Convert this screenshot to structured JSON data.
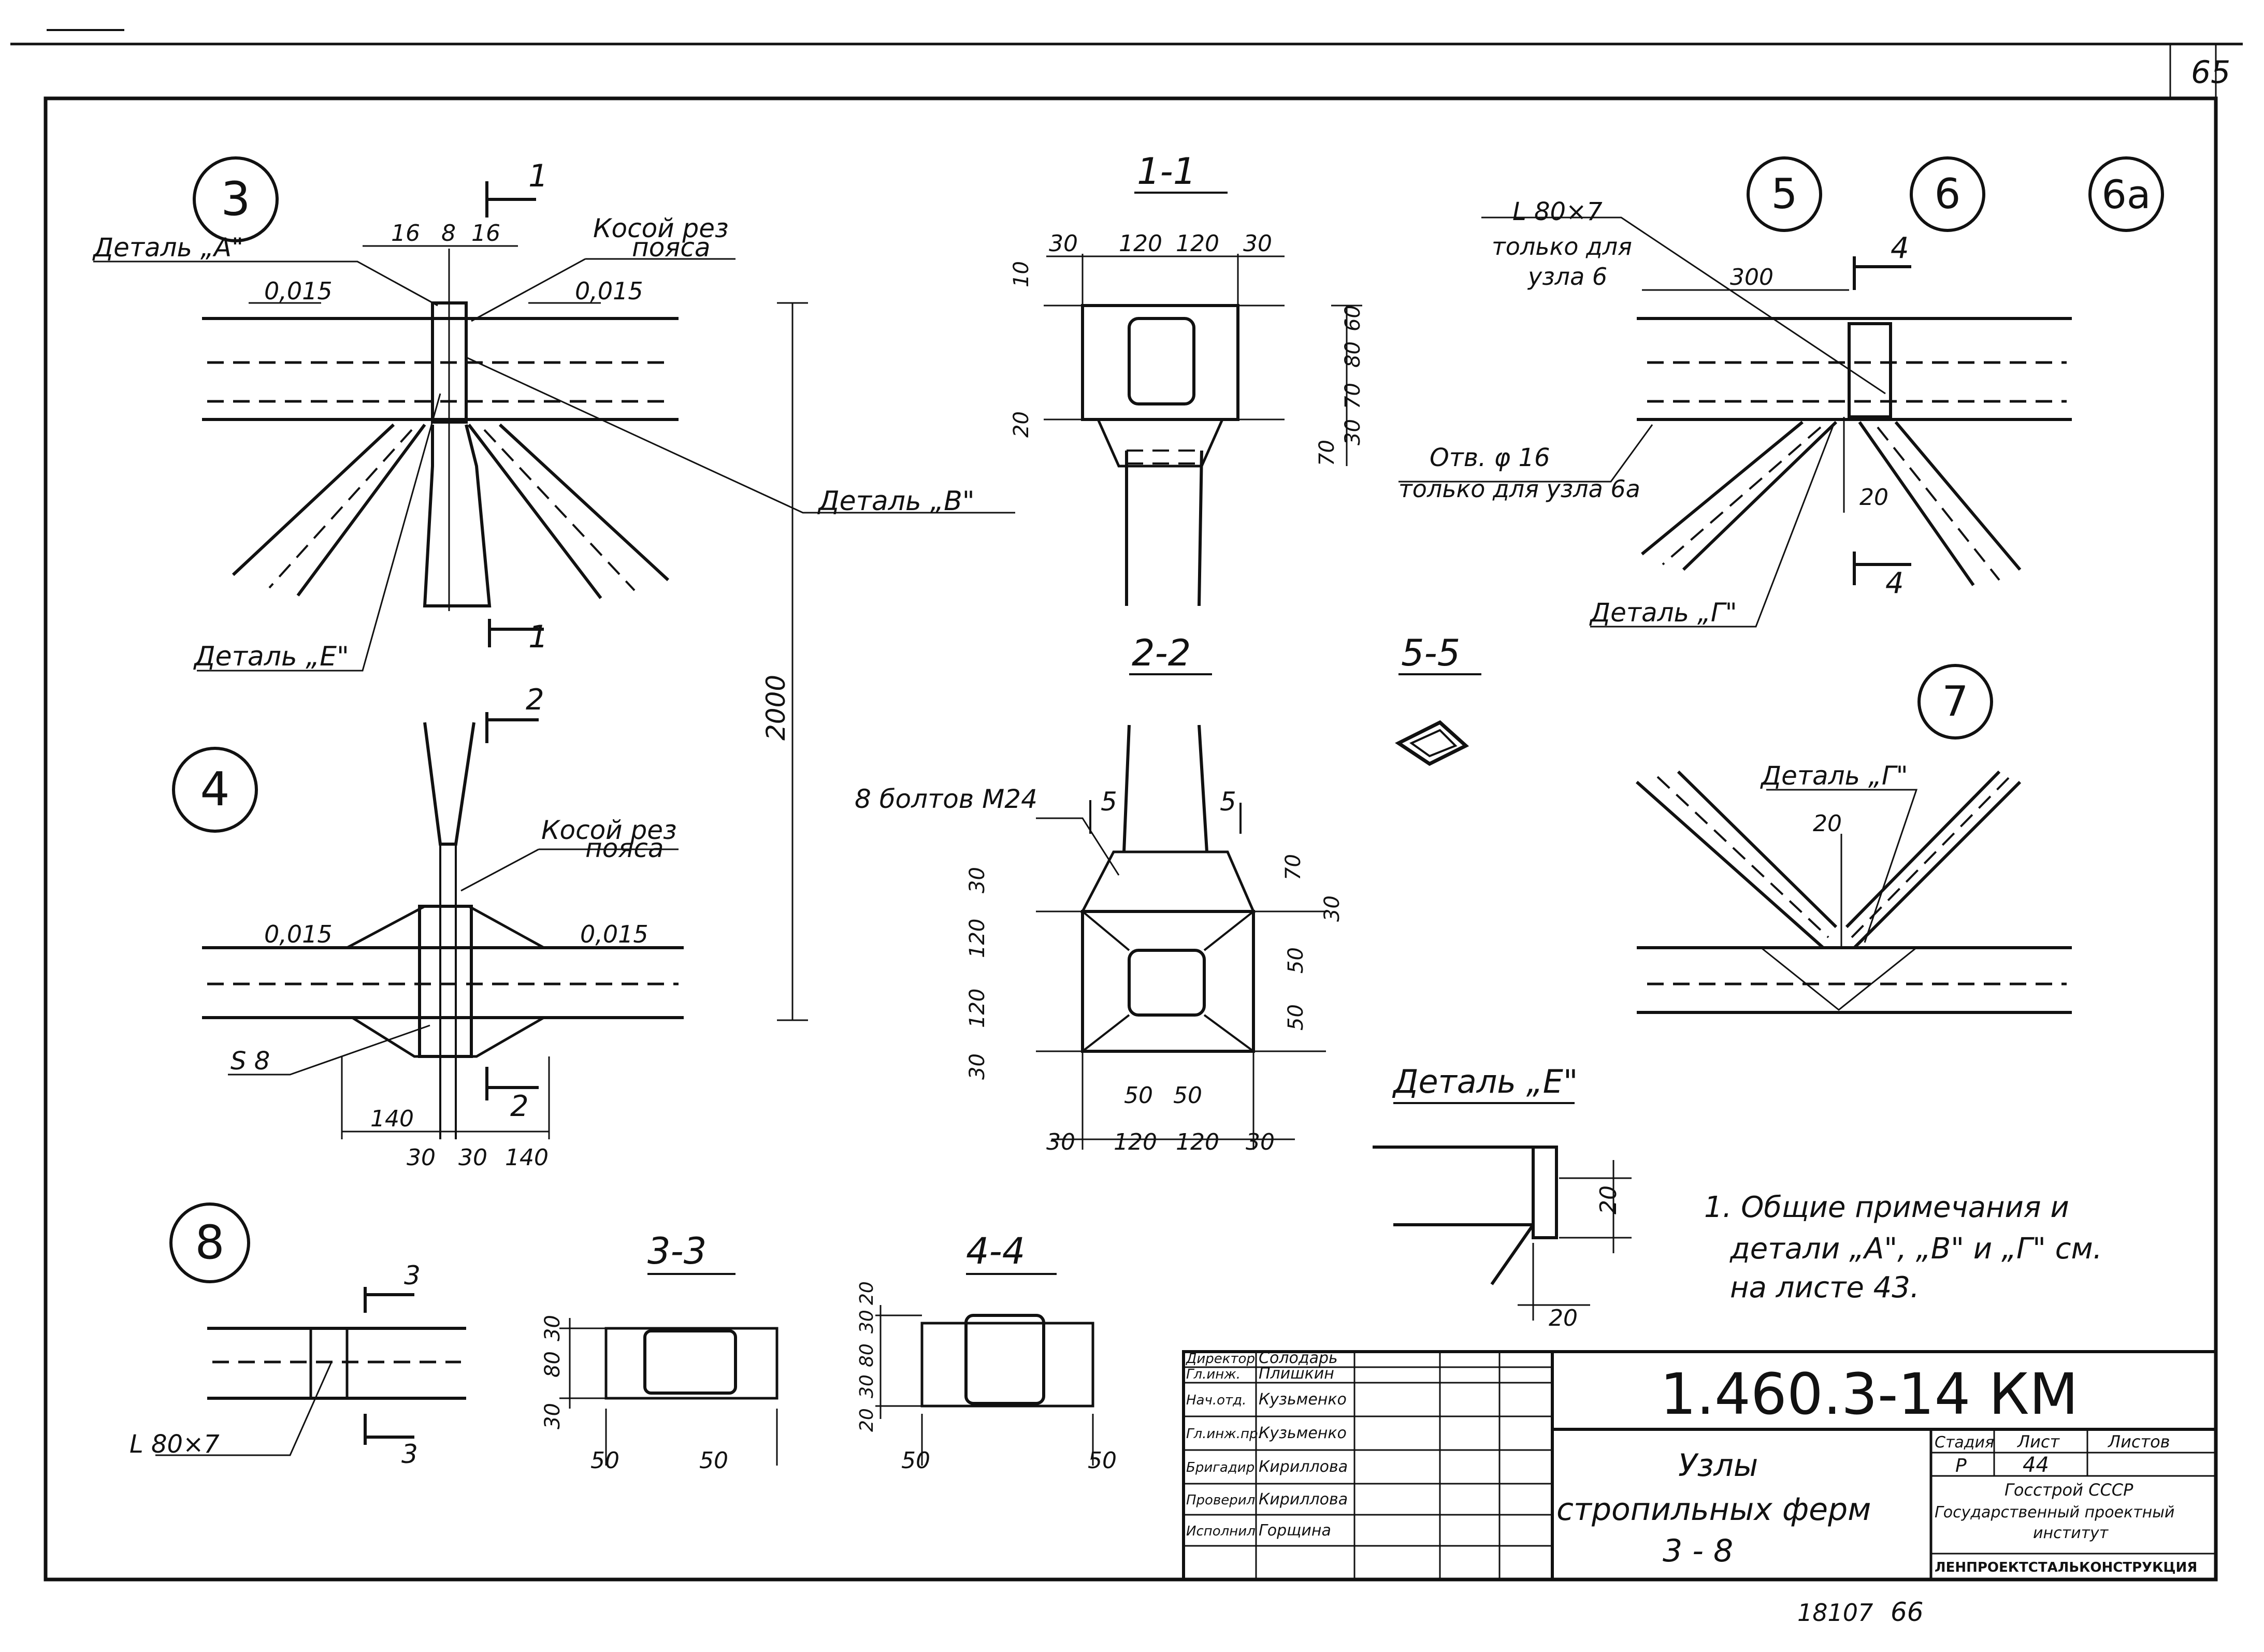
{
  "sheet": {
    "page_number": "65",
    "bottom_numbers": {
      "left": "18107",
      "right": "66"
    }
  },
  "nodes": {
    "n3": "3",
    "n4": "4",
    "n5": "5",
    "n6": "6",
    "n6a": "6а",
    "n7": "7",
    "n8": "8"
  },
  "sections": {
    "s1": "1-1",
    "s2": "2-2",
    "s3": "3-3",
    "s4": "4-4",
    "s5": "5-5",
    "mark1": "1",
    "mark2": "2",
    "mark3": "3",
    "mark4": "4",
    "mark5": "5"
  },
  "labels": {
    "detail_A": "Деталь „А\"",
    "detail_V": "Деталь „В\"",
    "detail_E": "Деталь „Е\"",
    "detail_G": "Деталь „Г\"",
    "detail_E_title": "Деталь „Е\"",
    "kosoi_rez": "Косой рез",
    "poyasa": "пояса",
    "slope": "0,015",
    "angle_80x7": "L 80×7",
    "only_node6_a": "только для",
    "only_node6_b": "узла 6",
    "otv": "Отв. φ 16",
    "otv_note": "только для узла 6а",
    "bolts": "8 болтов М24",
    "s8": "S 8"
  },
  "dims": {
    "d16": "16",
    "d8": "8",
    "d2000": "2000",
    "d30": "30",
    "d120": "120",
    "d10": "10",
    "d20": "20",
    "d60": "60",
    "d80": "80",
    "d70": "70",
    "d300": "300",
    "d140": "140",
    "d50": "50"
  },
  "notes": {
    "line1": "1. Общие примечания и",
    "line2": "детали „А\", „В\" и „Г\" см.",
    "line3": "на листе 43."
  },
  "title_block": {
    "code": "1.460.3-14 КМ",
    "title_l1": "Узлы",
    "title_l2": "стропильных ферм",
    "title_l3": "3 - 8",
    "stadia_label": "Стадия",
    "list_label": "Лист",
    "listov_label": "Листов",
    "stadia": "Р",
    "list": "44",
    "org1": "Госстрой СССР",
    "org2": "Государственный проектный",
    "org3": "институт",
    "org4": "ЛЕНПРОЕКТСТАЛЬКОНСТРУКЦИЯ",
    "staff": [
      {
        "role": "Директор",
        "name": "Солодарь"
      },
      {
        "role": "Гл.инж.",
        "name": "Плишкин"
      },
      {
        "role": "Нач.отд.",
        "name": "Кузьменко"
      },
      {
        "role": "Гл.инж.пр.",
        "name": "Кузьменко"
      },
      {
        "role": "Бригадир",
        "name": "Кириллова"
      },
      {
        "role": "Проверил",
        "name": "Кириллова"
      },
      {
        "role": "Исполнил",
        "name": "Горщина"
      }
    ]
  }
}
